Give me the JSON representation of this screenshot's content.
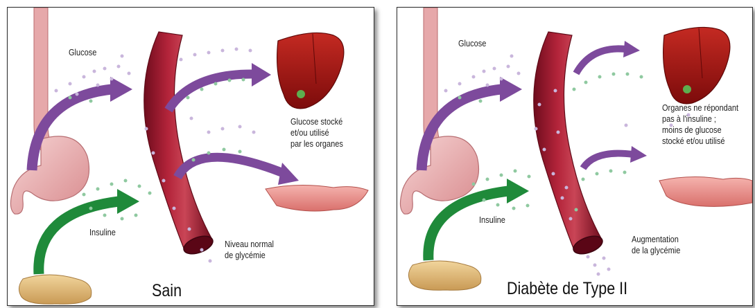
{
  "panels": [
    {
      "title": "Sain",
      "glucose_label": "Glucose",
      "insulin_label": "Insuline",
      "organ_label": [
        "Glucose stocké",
        "et/ou utilisé",
        "par les organes"
      ],
      "bottom_label": [
        "Niveau normal",
        "de glycémie"
      ]
    },
    {
      "title": "Diabète de Type II",
      "glucose_label": "Glucose",
      "insulin_label": "Insuline",
      "organ_label": [
        "Organes ne répondant",
        "pas à l'insuline ;",
        "moins de glucose",
        "stocké et/ou utilisé"
      ],
      "bottom_label": [
        "Augmentation",
        "de la glycémie"
      ]
    }
  ],
  "colors": {
    "purple_arrow": "#7d4a9c",
    "green_arrow": "#1f8a3a",
    "vessel": "#a5192e",
    "liver": "#9f1212",
    "stomach": "#e9aeb0",
    "muscle": "#e88a86",
    "pancreas": "#dcb878",
    "glucose_dot": "#c9b6dc",
    "insulin_dot": "#8fc9a0"
  }
}
